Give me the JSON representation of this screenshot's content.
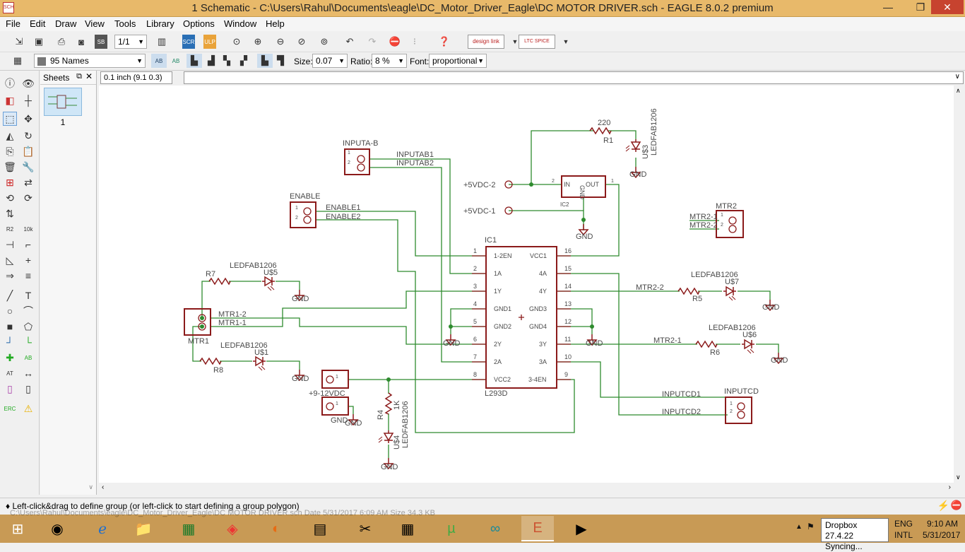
{
  "window": {
    "title": "1 Schematic - C:\\Users\\Rahul\\Documents\\eagle\\DC_Motor_Driver_Eagle\\DC MOTOR DRIVER.sch - EAGLE 8.0.2 premium",
    "minimize": "—",
    "restore": "❐",
    "close": "✕"
  },
  "menu": [
    "File",
    "Edit",
    "Draw",
    "View",
    "Tools",
    "Library",
    "Options",
    "Window",
    "Help"
  ],
  "toolbar": {
    "sheet_select": "1/1",
    "layer_select": "95 Names",
    "size_label": "Size:",
    "size_value": "0.07",
    "ratio_label": "Ratio:",
    "ratio_value": "8 %",
    "font_label": "Font:",
    "font_value": "proportional",
    "design_link": "design link",
    "ltc_spice": "LTC SPICE"
  },
  "sheets": {
    "title": "Sheets",
    "items": [
      "1"
    ]
  },
  "coordinate": "0.1 inch (9.1 0.3)",
  "status": "♦ Left-click&drag to define group (or left-click to start defining a group polygon)",
  "schematic": {
    "inputab": {
      "name": "INPUTA-B",
      "net1": "INPUTAB1",
      "net2": "INPUTAB2"
    },
    "enable": {
      "name": "ENABLE",
      "net1": "ENABLE1",
      "net2": "ENABLE2"
    },
    "reg": {
      "vin": "+5VDC-2",
      "vout": "+5VDC-1",
      "name": "IC2",
      "in": "IN",
      "out": "OUT",
      "gnd": "GND"
    },
    "r1": {
      "name": "R1",
      "value": "220"
    },
    "u3": {
      "name": "U$3",
      "value": "LEDFAB1206"
    },
    "mtr2": {
      "name": "MTR2",
      "net1": "MTR2-1",
      "net2": "MTR2-2"
    },
    "ic1": {
      "name": "IC1",
      "value": "L293D",
      "left_pins": [
        [
          "1",
          "1-2EN"
        ],
        [
          "2",
          "1A"
        ],
        [
          "3",
          "1Y"
        ],
        [
          "4",
          "GND1"
        ],
        [
          "5",
          "GND2"
        ],
        [
          "6",
          "2Y"
        ],
        [
          "7",
          "2A"
        ],
        [
          "8",
          "VCC2"
        ]
      ],
      "right_pins": [
        [
          "16",
          "VCC1"
        ],
        [
          "15",
          "4A"
        ],
        [
          "14",
          "4Y"
        ],
        [
          "13",
          "GND3"
        ],
        [
          "12",
          "GND4"
        ],
        [
          "11",
          "3Y"
        ],
        [
          "10",
          "3A"
        ],
        [
          "9",
          "3-4EN"
        ]
      ]
    },
    "r7": {
      "name": "R7"
    },
    "u5": {
      "name": "U$5",
      "value": "LEDFAB1206"
    },
    "mtr1": {
      "name": "MTR1",
      "net1": "MTR1-2",
      "net2": "MTR1-1"
    },
    "r8": {
      "name": "R8"
    },
    "u1": {
      "name": "U$1",
      "value": "LEDFAB1206"
    },
    "r5": {
      "name": "R5"
    },
    "u7": {
      "name": "U$7",
      "value": "LEDFAB1206"
    },
    "r6": {
      "name": "R6"
    },
    "u6": {
      "name": "U$6",
      "value": "LEDFAB1206"
    },
    "power": {
      "name": "+9-12VDC"
    },
    "r4": {
      "name": "R4",
      "value": "1K"
    },
    "u4": {
      "name": "U$4",
      "value": "LEDFAB1206"
    },
    "inputcd": {
      "name": "INPUTCD",
      "net1": "INPUTCD1",
      "net2": "INPUTCD2"
    },
    "gnd": "GND"
  },
  "taskbar": {
    "background_text": "C:\\Users\\Rahul\\Documents\\eagle\\DC_Motor_Driver_Eagle\\DC MOTOR DRIVER.sch    Date 5/31/2017 6:09 AM    Size 34.3 KB",
    "tooltip_title": "Dropbox 27.4.22",
    "tooltip_status": "Syncing...",
    "lang": "ENG",
    "layout": "INTL",
    "time": "9:10 AM",
    "date": "5/31/2017"
  },
  "colors": {
    "titlebar": "#e8b96a",
    "taskbar": "#c89a55",
    "part": "#8b1a1a",
    "wire": "#2e8b2e",
    "text": "#4a4a4a"
  }
}
